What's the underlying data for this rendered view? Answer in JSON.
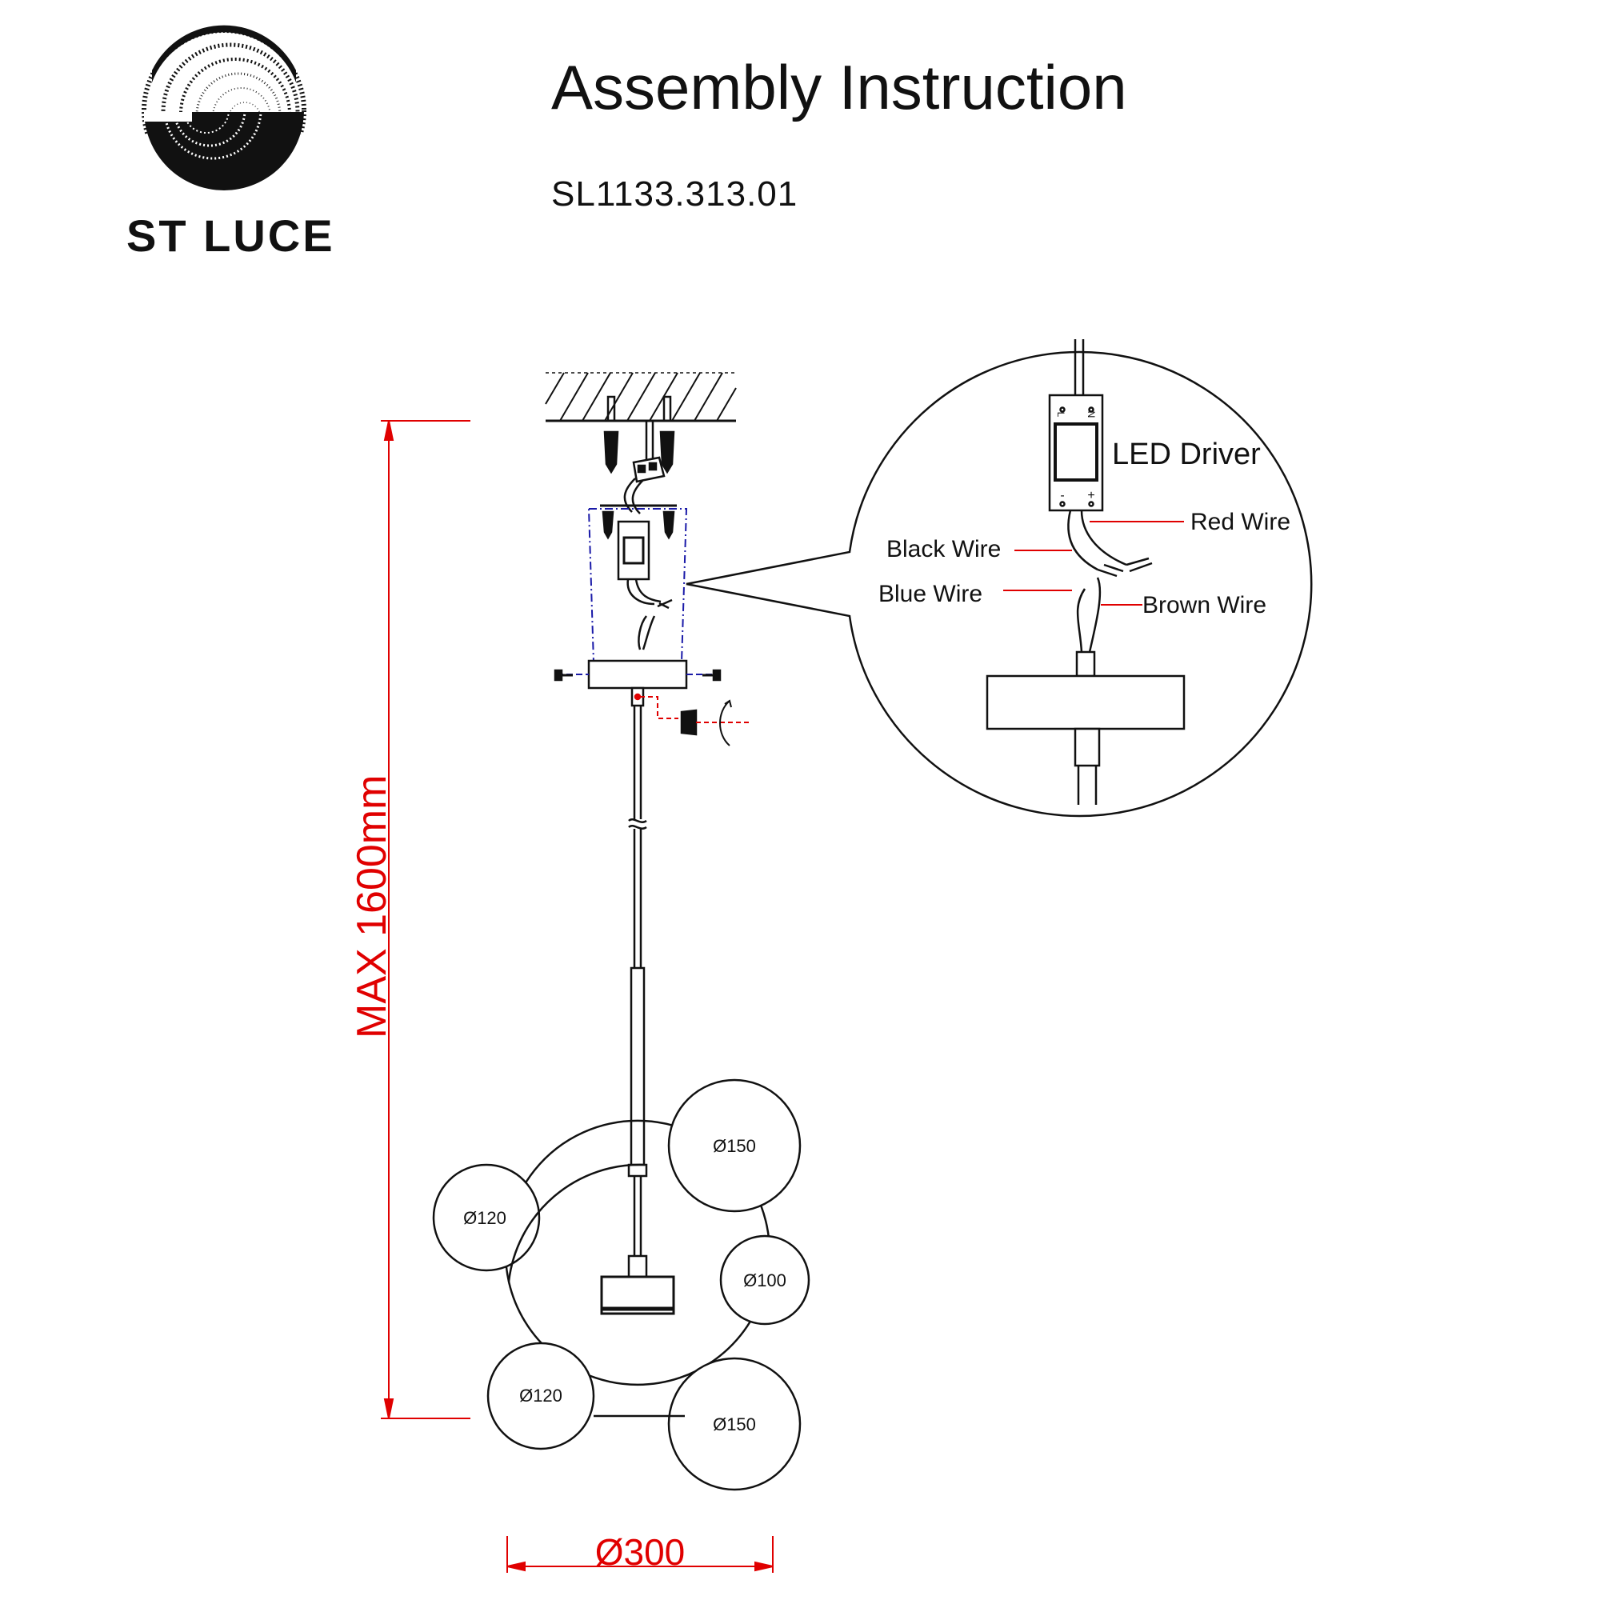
{
  "header": {
    "title": "Assembly Instruction",
    "model": "SL1133.313.01"
  },
  "logo": {
    "brand_name": "ST LUCE",
    "icon": "spiral-s-logo-icon"
  },
  "diagram": {
    "height_label": "MAX 1600mm",
    "width_label": "Ø300",
    "shade_labels": {
      "top_right": "Ø150",
      "left_top": "Ø120",
      "right_middle": "Ø100",
      "left_bottom": "Ø120",
      "bottom_right": "Ø150"
    },
    "detail": {
      "driver_label": "LED Driver",
      "driver_terminal_top_left": "L",
      "driver_terminal_top_right": "N",
      "driver_terminal_bottom_left": "-",
      "driver_terminal_bottom_right": "+",
      "red_wire": "Red Wire",
      "black_wire": "Black  Wire",
      "blue_wire": "Blue  Wire",
      "brown_wire": "Brown  Wire"
    }
  },
  "colors": {
    "dimension_red": "#e00000",
    "line_black": "#111111",
    "hidden_blue": "#1a1aa8"
  }
}
